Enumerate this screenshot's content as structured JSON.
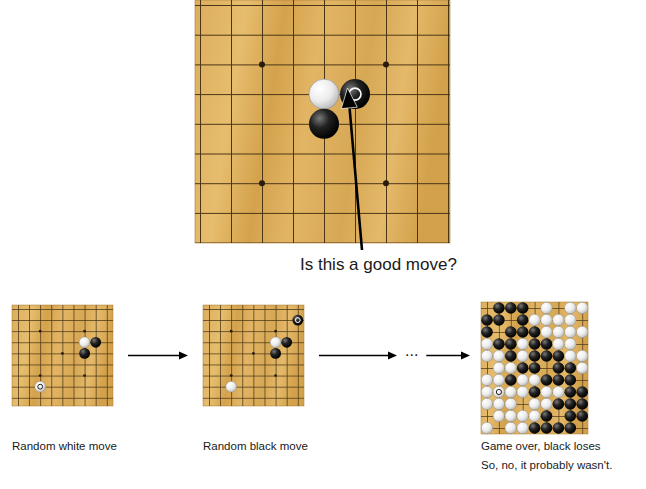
{
  "diagram": {
    "nodes": [
      {
        "text": [
          "Is this a good move?"
        ]
      },
      {
        "text": [
          "Random white move"
        ]
      },
      {
        "text": [
          "Random black move"
        ]
      },
      {
        "text": [
          "Game over, black loses",
          "So, no, it probably wasn't."
        ]
      }
    ],
    "edges": [
      {
        "from": 1,
        "to": 2,
        "arrow": "to"
      },
      {
        "from": 2,
        "to": 3,
        "arrow": "to",
        "label": "..."
      }
    ]
  }
}
